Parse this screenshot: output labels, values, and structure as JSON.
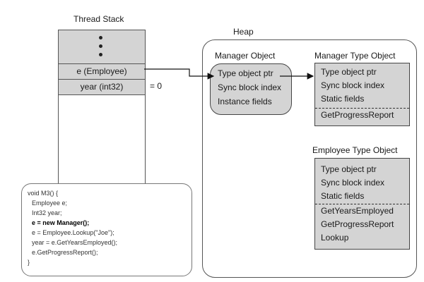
{
  "thread_stack": {
    "title": "Thread Stack",
    "slots": [
      {
        "label": "e (Employee)"
      },
      {
        "label": "year (int32)",
        "value": "= 0"
      }
    ]
  },
  "heap": {
    "title": "Heap",
    "manager_object": {
      "title": "Manager Object",
      "fields": [
        "Type object ptr",
        "Sync block index",
        "Instance fields"
      ]
    },
    "manager_type_object": {
      "title": "Manager Type Object",
      "fields": [
        "Type object ptr",
        "Sync block index",
        "Static fields"
      ],
      "methods": [
        "GetProgressReport"
      ]
    },
    "employee_type_object": {
      "title": "Employee Type Object",
      "fields": [
        "Type object ptr",
        "Sync block index",
        "Static fields"
      ],
      "methods": [
        "GetYearsEmployed",
        "GetProgressReport",
        "Lookup"
      ]
    }
  },
  "code": {
    "lines": [
      "void M3() {",
      "Employee e;",
      "Int32 year;",
      "e = new Manager();",
      "e = Employee.Lookup(\"Joe\");",
      "year = e.GetYearsEmployed();",
      "e.GetProgressReport();",
      "}"
    ]
  }
}
